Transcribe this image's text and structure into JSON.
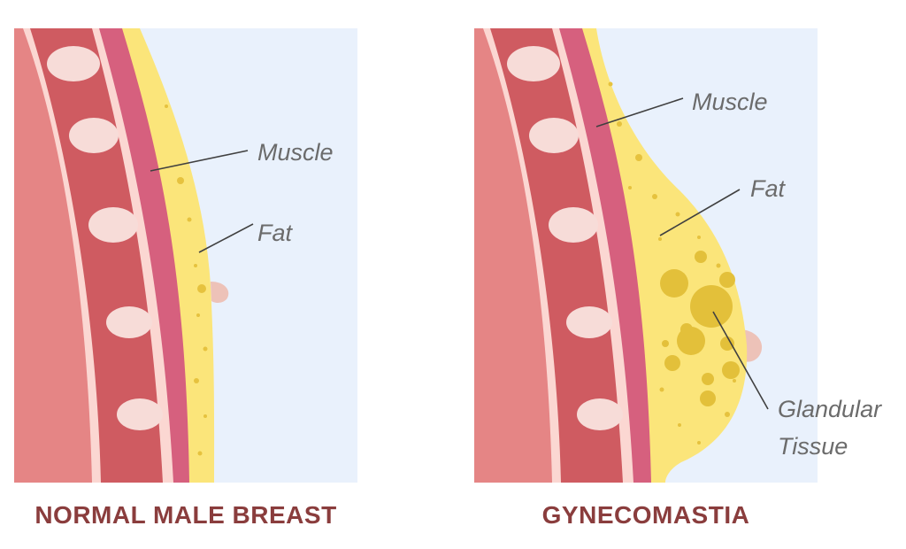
{
  "panels": {
    "normal": {
      "caption": "NORMAL MALE BREAST",
      "labels": {
        "muscle": "Muscle",
        "fat": "Fat"
      }
    },
    "gynecomastia": {
      "caption": "GYNECOMASTIA",
      "labels": {
        "muscle": "Muscle",
        "fat": "Fat",
        "glandular_line1": "Glandular",
        "glandular_line2": "Tissue"
      }
    }
  },
  "colors": {
    "background": "#e9f1fc",
    "chest": "#e58585",
    "rib_band": "#cf5b61",
    "rib_border": "#fbd7d2",
    "rib": "#f7dcd8",
    "muscle": "#d6607e",
    "fat": "#fbe57a",
    "fat_dot": "#e6c23e",
    "gland": "#e3c03a",
    "nipple": "#edc2b8",
    "leader_line": "#404040",
    "label_text": "#6b6b6b",
    "caption_text": "#8a3d3d"
  }
}
